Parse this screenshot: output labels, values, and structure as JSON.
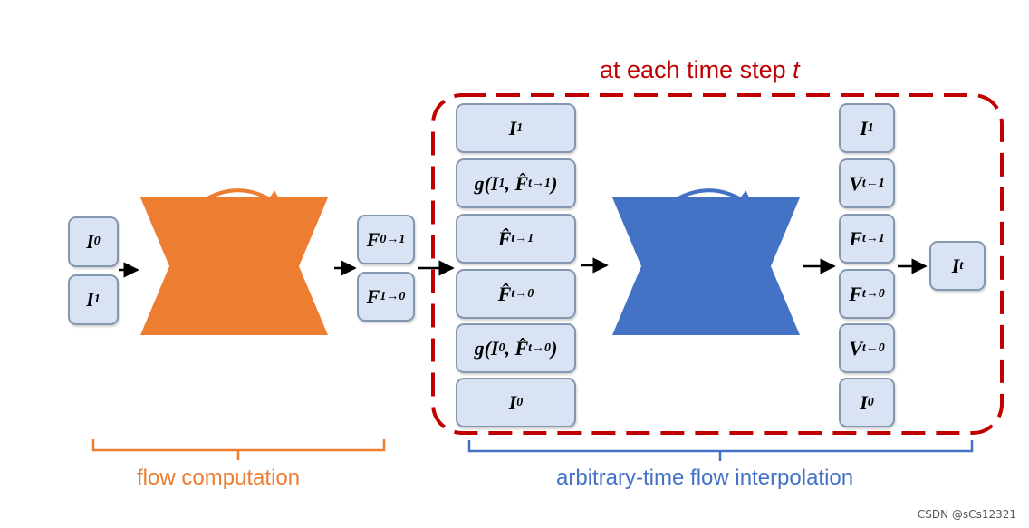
{
  "title": "at each time step t",
  "colors": {
    "red": "#c00000",
    "orange": "#ed7d31",
    "blue": "#4472c4",
    "box_fill": "#dae3f3",
    "box_border": "#8497b0"
  },
  "input_boxes": [
    {
      "base": "I",
      "sub": "0"
    },
    {
      "base": "I",
      "sub": "1"
    }
  ],
  "flow_boxes": [
    {
      "base": "F",
      "sub": "0→1"
    },
    {
      "base": "F",
      "sub": "1→0"
    }
  ],
  "interp_inputs": [
    {
      "text": "I",
      "sub": "1",
      "tail": ""
    },
    {
      "text": "g(I",
      "sub": "1",
      "tail": ", F̂",
      "sub2": "t→1",
      "end": ")"
    },
    {
      "text": "F̂",
      "sub": "t→1",
      "tail": ""
    },
    {
      "text": "F̂",
      "sub": "t→0",
      "tail": ""
    },
    {
      "text": "g(I",
      "sub": "0",
      "tail": ", F̂",
      "sub2": "t→0",
      "end": ")"
    },
    {
      "text": "I",
      "sub": "0",
      "tail": ""
    }
  ],
  "interp_outputs": [
    {
      "base": "I",
      "sub": "1"
    },
    {
      "base": "V",
      "sub": "t←1"
    },
    {
      "base": "F",
      "sub": "t→1"
    },
    {
      "base": "F",
      "sub": "t→0"
    },
    {
      "base": "V",
      "sub": "t←0"
    },
    {
      "base": "I",
      "sub": "0"
    }
  ],
  "output_box": {
    "base": "I",
    "sub": "t"
  },
  "labels": {
    "flow_computation": "flow computation",
    "interpolation": "arbitrary-time flow interpolation"
  },
  "watermark": "CSDN @sCs12321"
}
